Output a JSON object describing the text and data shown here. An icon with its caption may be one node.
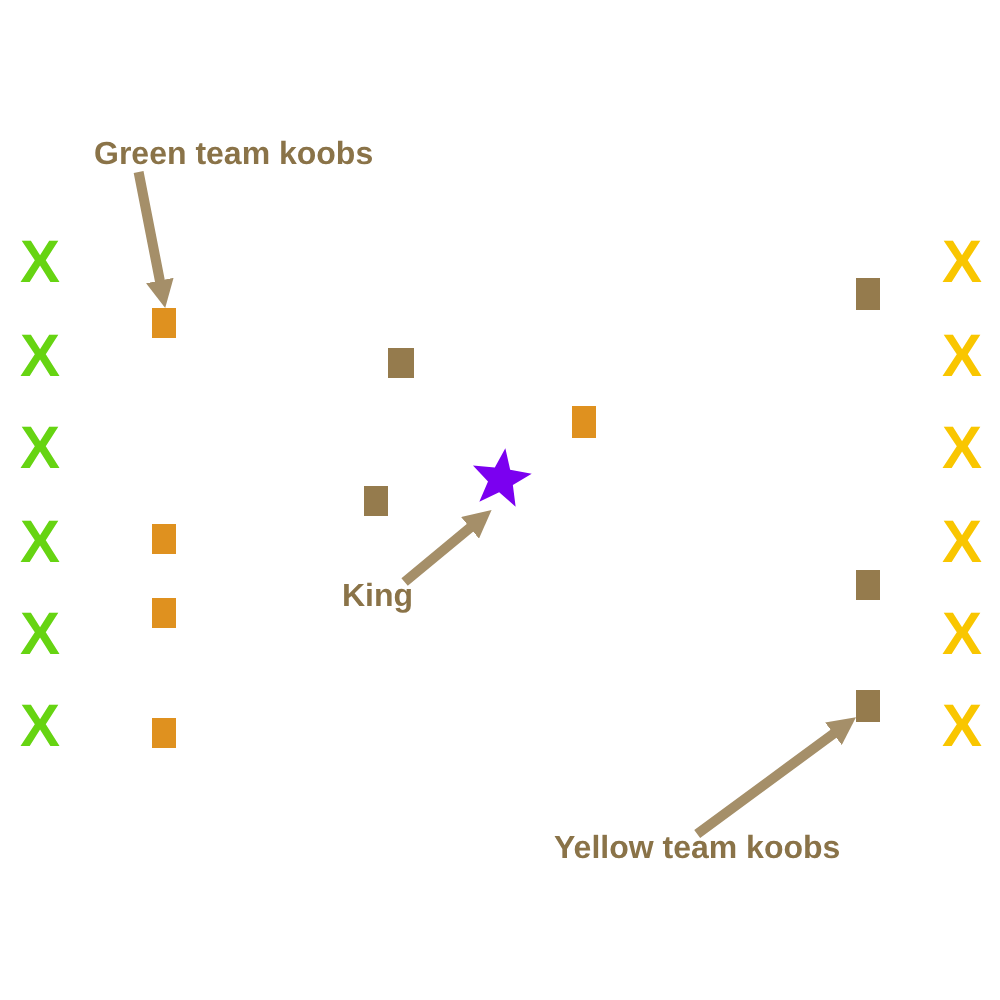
{
  "diagram": {
    "nodes": [
      {
        "text": [
          "Green team koobs"
        ]
      },
      {
        "text": [],
        "shape": "box"
      },
      {
        "text": [],
        "shape": "box"
      },
      {
        "text": [],
        "shape": "box"
      },
      {
        "text": [],
        "shape": "box"
      },
      {
        "text": [],
        "shape": "star"
      },
      {
        "text": [],
        "shape": "box"
      },
      {
        "text": [],
        "shape": "box"
      },
      {
        "text": [
          "King"
        ]
      },
      {
        "text": [],
        "shape": "box"
      },
      {
        "text": [],
        "shape": "box"
      },
      {
        "text": [],
        "shape": "box"
      },
      {
        "text": [],
        "shape": "box"
      },
      {
        "text": [
          "Yellow team koobs"
        ]
      }
    ],
    "edges": [
      {
        "from": 0,
        "to": 2,
        "arrow": "to"
      },
      {
        "from": 8,
        "to": 5,
        "arrow": "to"
      },
      {
        "from": 13,
        "to": 11,
        "arrow": "to"
      }
    ],
    "labels": [
      "X",
      "X",
      "X",
      "X",
      "X",
      "X",
      "X",
      "X",
      "X",
      "X",
      "X",
      "X"
    ]
  }
}
